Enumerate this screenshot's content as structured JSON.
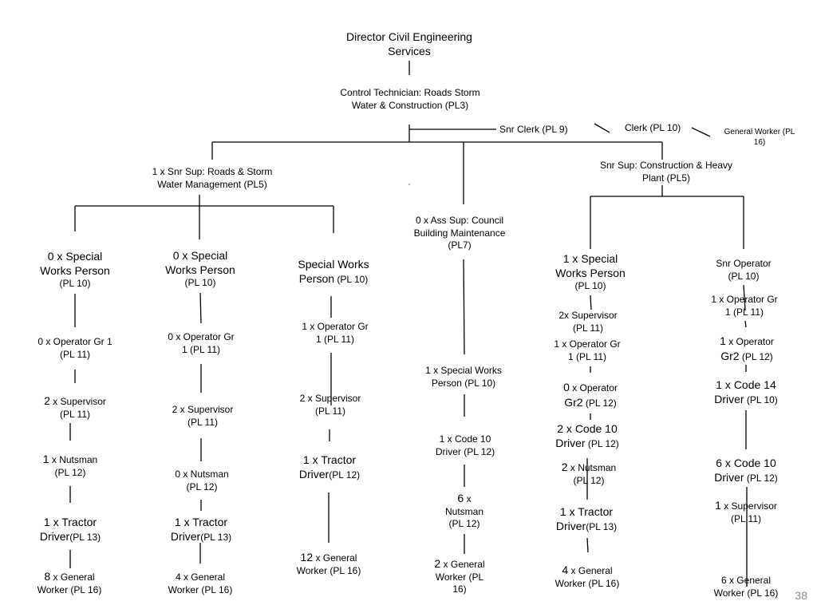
{
  "top": {
    "director": [
      "Director Civil Engineering",
      "Services"
    ],
    "control_tech": [
      "Control Technician:  Roads Storm",
      "Water & Construction    (PL3)"
    ],
    "snr_clerk": "Snr Clerk (PL 9)",
    "clerk": "Clerk (PL 10)",
    "general_worker": [
      "General Worker (PL",
      "16)"
    ]
  },
  "branches": {
    "roads_storm": [
      "1 x Snr Sup: Roads & Storm",
      "Water Management (PL5)"
    ],
    "council_building": [
      "0 x Ass Sup: Council",
      "Building  Maintenance",
      "(PL7)"
    ],
    "construction_plant": [
      "Snr Sup: Construction & Heavy",
      "Plant (PL5)"
    ]
  },
  "col1": {
    "special_works": {
      "a": "0 x Special",
      "b": "Works Person",
      "c": "(PL 10)"
    },
    "operator": {
      "a": "0 x Operator Gr 1",
      "b": "(PL 11)"
    },
    "supervisor": {
      "num": "2",
      "a": " x Supervisor",
      "b": "(PL 11)"
    },
    "nutsman": {
      "num": "1",
      "a": " x Nutsman",
      "b": "(PL 12)"
    },
    "tractor": {
      "a": "1 x Tractor",
      "b": "Driver",
      "c": "(PL 13)"
    },
    "general": {
      "num": "8",
      "a": " x General",
      "b": "Worker (PL 16)"
    }
  },
  "col2": {
    "special_works": {
      "a": "0 x Special",
      "b": "Works Person",
      "c": "(PL 10)"
    },
    "operator": {
      "a": "0 x Operator Gr",
      "b": "1  (PL 11)"
    },
    "supervisor": {
      "a": "2 x Supervisor",
      "b": "(PL 11)"
    },
    "nutsman": {
      "a": "0 x Nutsman",
      "b": "(PL 12)"
    },
    "tractor": {
      "a": "1 x Tractor",
      "b": "Driver",
      "c": "(PL 13)"
    },
    "general": {
      "a": "4 x General",
      "b": "Worker (PL 16)"
    }
  },
  "col3": {
    "special_works": {
      "a": "Special Works",
      "b": "Person",
      "c": "  (PL 10)"
    },
    "operator": {
      "a": "1 x Operator Gr",
      "b": "1    (PL 11)"
    },
    "supervisor": {
      "a": "2 x Supervisor",
      "b": "(PL 11)"
    },
    "tractor": {
      "a": "1 x Tractor",
      "b": "Driver",
      "c": "(PL 12)"
    },
    "general": {
      "num": "12",
      "a": " x General",
      "b": "Worker  (PL 16)"
    }
  },
  "col4": {
    "special_works": {
      "a": "1 x Special Works",
      "b": "Person  (PL 10)"
    },
    "code10": {
      "a": "1 x Code 10",
      "b": "Driver (PL 12)"
    },
    "nutsman": {
      "num": "6",
      "a": "x",
      "b": "Nutsman",
      "c": "(PL 12)"
    },
    "general": {
      "num": "2",
      "a": " x General",
      "b": "Worker (PL",
      "c": "16)"
    }
  },
  "col5": {
    "special_works": {
      "a": "1 x Special",
      "b": "Works Person",
      "c": "(PL 10)"
    },
    "supervisor": {
      "a": "2x Supervisor",
      "b": "(PL 11)"
    },
    "operator1": {
      "a": "1 x Operator Gr",
      "b": "1  (PL 11)"
    },
    "operator2": {
      "a": "0",
      "b": " x Operator",
      "c": "Gr2",
      "d": "    (PL 12)"
    },
    "code10": {
      "a": "2 x Code 10",
      "b": "Driver",
      "c": " (PL 12)"
    },
    "nutsman": {
      "num": "2",
      "a": " x Nutsman",
      "b": "(PL 12)"
    },
    "tractor": {
      "a": "1 x Tractor",
      "b": "Driver",
      "c": "(PL 13)"
    },
    "general": {
      "num": "4",
      "a": " x General",
      "b": "Worker  (PL 16)"
    }
  },
  "col6": {
    "snr_operator": {
      "a": "Snr Operator",
      "b": "(PL 10)"
    },
    "operator1": {
      "a": "1 x Operator Gr",
      "b": "1  (PL 11)"
    },
    "operator2": {
      "a": "1",
      "b": " x Operator",
      "c": "Gr2",
      "d": "    (PL 12)"
    },
    "code14": {
      "a": "1 x Code 14",
      "b": "Driver",
      "c": " (PL 10)"
    },
    "code10": {
      "a": "6 x Code 10",
      "b": "Driver",
      "c": " (PL 12)"
    },
    "supervisor": {
      "num": "1",
      "a": " x Supervisor",
      "b": "(PL 11)"
    },
    "general": {
      "a": "6 x General",
      "b": "Worker  (PL 16)"
    }
  },
  "page_number": "38"
}
